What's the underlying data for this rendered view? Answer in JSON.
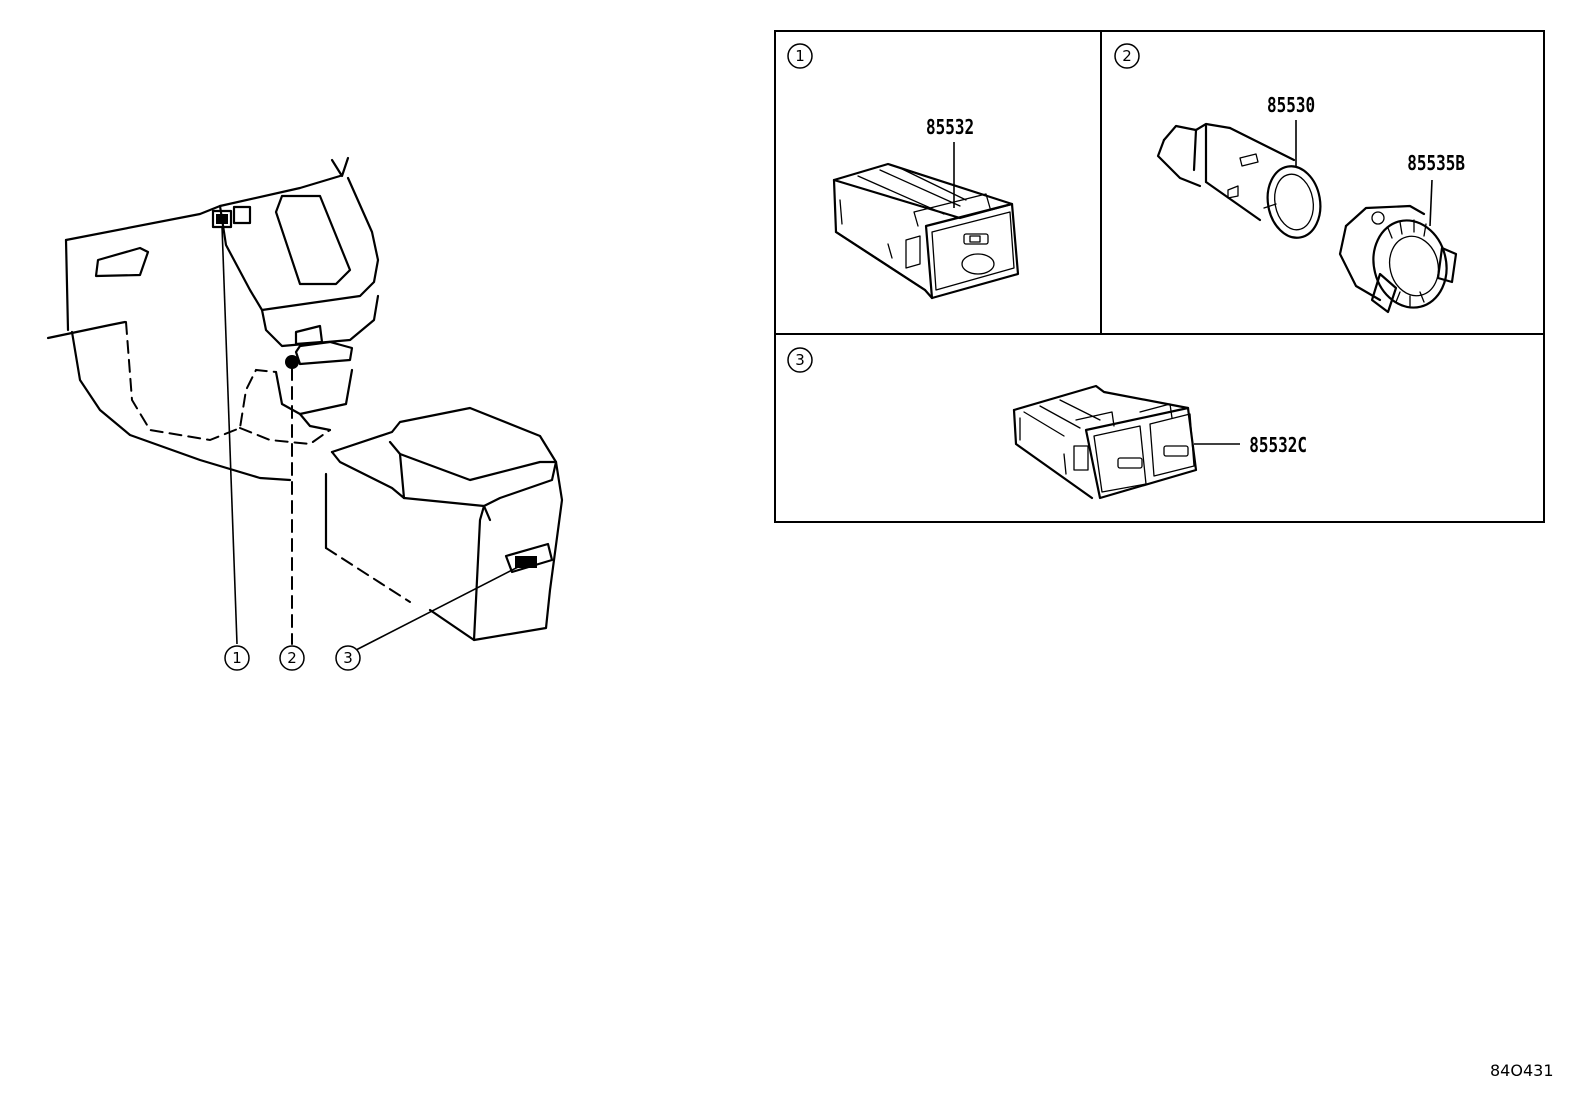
{
  "overview": {
    "callouts": [
      "1",
      "2",
      "3"
    ]
  },
  "panels": [
    {
      "index": "1",
      "parts": [
        "85532"
      ]
    },
    {
      "index": "2",
      "parts": [
        "85530",
        "85535B"
      ]
    },
    {
      "index": "3",
      "parts": [
        "85532C"
      ]
    }
  ],
  "figure_code": "84O431"
}
